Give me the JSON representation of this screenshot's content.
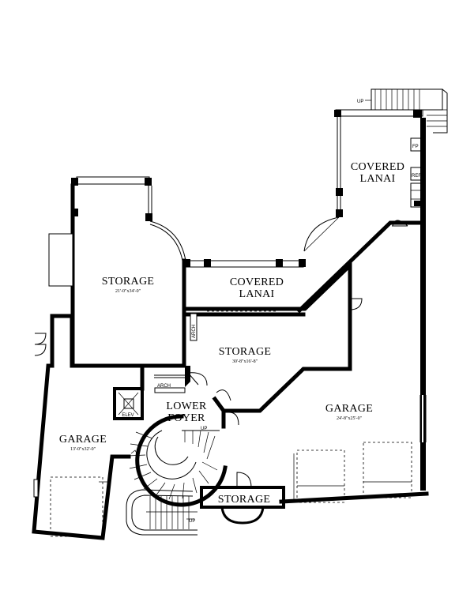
{
  "rooms": {
    "storage_main": {
      "name": "STORAGE",
      "dim": "21'-0\"x34'-0\""
    },
    "covered_lanai_center": {
      "line1": "COVERED",
      "line2": "LANAI"
    },
    "covered_lanai_right": {
      "line1": "COVERED",
      "line2": "LANAI"
    },
    "storage_mid": {
      "name": "STORAGE",
      "dim": "30'-8\"x16'-8\""
    },
    "garage_right": {
      "name": "GARAGE",
      "dim": "24'-8\"x25'-0\""
    },
    "garage_left": {
      "name": "GARAGE",
      "dim": "13'-0\"x32'-0\""
    },
    "lower_foyer": {
      "line1": "LOWER",
      "line2": "FOYER"
    },
    "storage_small": {
      "name": "STORAGE"
    }
  },
  "tags": {
    "elev": "ELEV",
    "arch_1": "ARCH",
    "arch_2": "ARCH",
    "up_top": "UP",
    "up_stair": "UP",
    "up_bottom": "UP",
    "fp": "FP",
    "ref": "REF"
  }
}
